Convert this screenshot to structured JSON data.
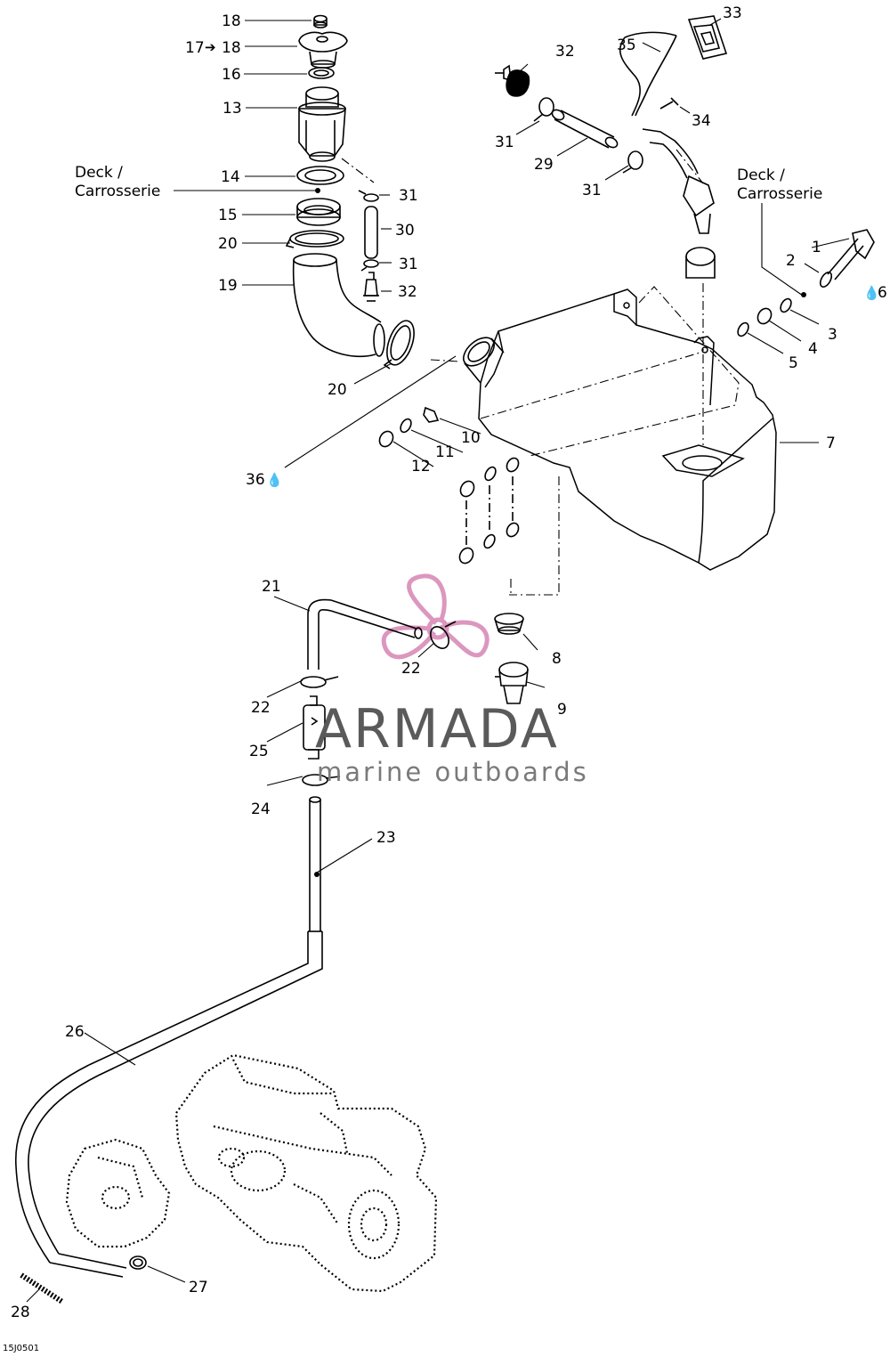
{
  "figure_code": "15J0501",
  "watermark": {
    "brand": "ARMADA",
    "tagline": "marine outboards"
  },
  "deck_note": "Deck /\nCarrosserie",
  "callouts": [
    {
      "id": "c1",
      "text": "1"
    },
    {
      "id": "c2",
      "text": "2"
    },
    {
      "id": "c3",
      "text": "3"
    },
    {
      "id": "c4",
      "text": "4"
    },
    {
      "id": "c5",
      "text": "5"
    },
    {
      "id": "c6",
      "text": "6"
    },
    {
      "id": "c7",
      "text": "7"
    },
    {
      "id": "c8",
      "text": "8"
    },
    {
      "id": "c9",
      "text": "9"
    },
    {
      "id": "c10",
      "text": "10"
    },
    {
      "id": "c11",
      "text": "11"
    },
    {
      "id": "c12",
      "text": "12"
    },
    {
      "id": "c13",
      "text": "13"
    },
    {
      "id": "c14",
      "text": "14"
    },
    {
      "id": "c15",
      "text": "15"
    },
    {
      "id": "c16",
      "text": "16"
    },
    {
      "id": "c17",
      "text": "17"
    },
    {
      "id": "c18a",
      "text": "18"
    },
    {
      "id": "c18b",
      "text": "18"
    },
    {
      "id": "c19",
      "text": "19"
    },
    {
      "id": "c20a",
      "text": "20"
    },
    {
      "id": "c20b",
      "text": "20"
    },
    {
      "id": "c21",
      "text": "21"
    },
    {
      "id": "c22a",
      "text": "22"
    },
    {
      "id": "c22b",
      "text": "22"
    },
    {
      "id": "c23",
      "text": "23"
    },
    {
      "id": "c24",
      "text": "24"
    },
    {
      "id": "c25",
      "text": "25"
    },
    {
      "id": "c26",
      "text": "26"
    },
    {
      "id": "c27",
      "text": "27"
    },
    {
      "id": "c28",
      "text": "28"
    },
    {
      "id": "c29",
      "text": "29"
    },
    {
      "id": "c30",
      "text": "30"
    },
    {
      "id": "c31a",
      "text": "31"
    },
    {
      "id": "c31b",
      "text": "31"
    },
    {
      "id": "c31c",
      "text": "31"
    },
    {
      "id": "c31d",
      "text": "31"
    },
    {
      "id": "c32a",
      "text": "32"
    },
    {
      "id": "c32b",
      "text": "32"
    },
    {
      "id": "c33",
      "text": "33"
    },
    {
      "id": "c34",
      "text": "34"
    },
    {
      "id": "c35",
      "text": "35"
    },
    {
      "id": "c36",
      "text": "36"
    }
  ]
}
